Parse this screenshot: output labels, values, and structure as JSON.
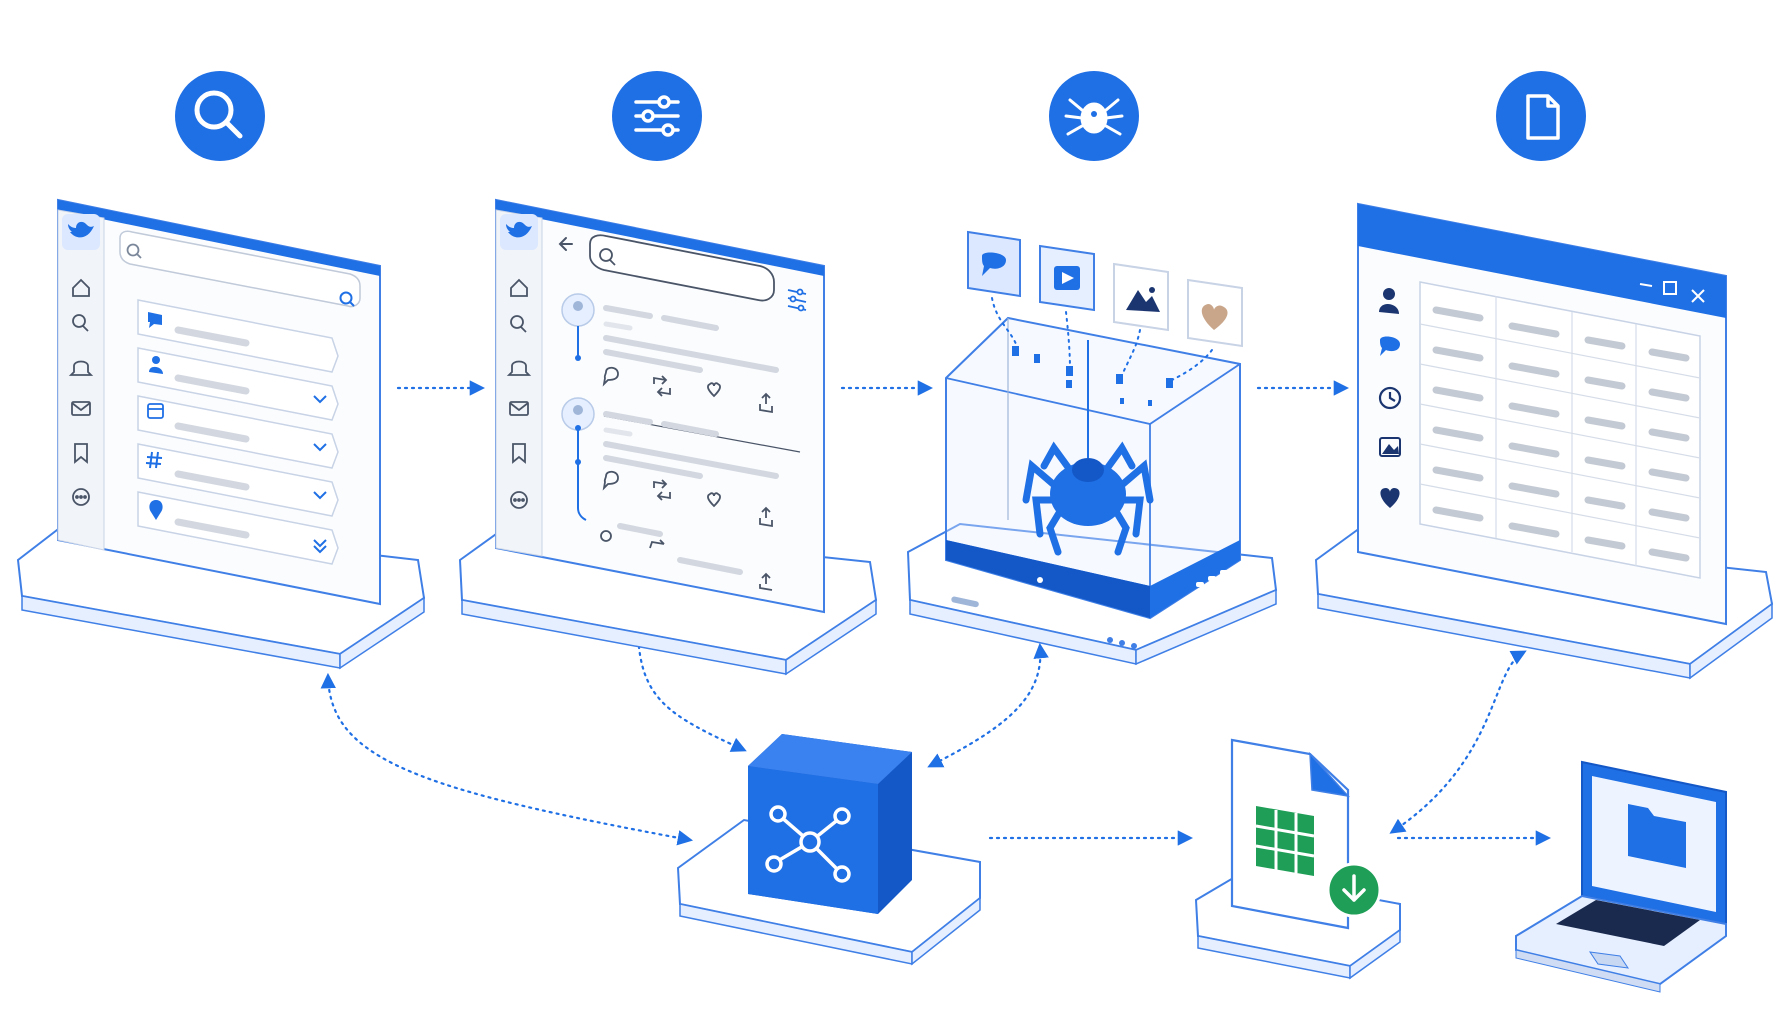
{
  "title": "",
  "colors": {
    "primary": "#1f6fe5",
    "primary_dark": "#1458c7",
    "primary_light": "#e6efff",
    "panel_stroke": "#3f7fe6",
    "skeleton": "#d3d8e0",
    "sheets_green": "#1e9e57",
    "heart_tan": "#c9a68a"
  },
  "steps": [
    {
      "id": "search",
      "icon": "search-icon"
    },
    {
      "id": "filter",
      "icon": "sliders-icon"
    },
    {
      "id": "scrape",
      "icon": "spider-icon"
    },
    {
      "id": "export",
      "icon": "document-icon"
    }
  ],
  "panels": {
    "search_window": {
      "app_icon": "twitter-bird-icon",
      "nav_icons": [
        "home-icon",
        "search-icon",
        "bell-icon",
        "mail-icon",
        "bookmark-icon",
        "more-icon"
      ],
      "filter_rows": [
        "chat-bubble-icon",
        "user-icon",
        "calendar-icon",
        "hashtag-icon",
        "location-pin-icon",
        "blank"
      ]
    },
    "feed_window": {
      "app_icon": "twitter-bird-icon",
      "nav_icons": [
        "home-icon",
        "search-icon",
        "bell-icon",
        "mail-icon",
        "bookmark-icon",
        "more-icon"
      ],
      "tweet_actions": [
        "reply-icon",
        "retweet-icon",
        "like-icon",
        "share-icon"
      ]
    },
    "scraper_box": {
      "data_tiles": [
        "chat-bubble-icon",
        "video-play-icon",
        "image-icon",
        "heart-icon"
      ]
    },
    "table_window": {
      "window_controls": [
        "minimize-icon",
        "maximize-icon",
        "close-icon"
      ],
      "row_icons": [
        "user-icon",
        "chat-bubble-icon",
        "clock-icon",
        "image-icon",
        "heart-icon"
      ]
    }
  },
  "bottom_nodes": [
    {
      "id": "hub",
      "icon": "network-hub-icon"
    },
    {
      "id": "spreadsheet",
      "icon": "spreadsheet-icon"
    },
    {
      "id": "laptop",
      "icon": "folder-icon"
    }
  ],
  "connectors": [
    {
      "from": "search_window",
      "to": "feed_window"
    },
    {
      "from": "feed_window",
      "to": "scraper_box"
    },
    {
      "from": "scraper_box",
      "to": "table_window"
    },
    {
      "from": "search_window",
      "to": "hub"
    },
    {
      "from": "feed_window",
      "to": "hub"
    },
    {
      "from": "scraper_box",
      "to": "hub"
    },
    {
      "from": "hub",
      "to": "spreadsheet"
    },
    {
      "from": "spreadsheet",
      "to": "table_window"
    },
    {
      "from": "spreadsheet",
      "to": "laptop"
    }
  ]
}
